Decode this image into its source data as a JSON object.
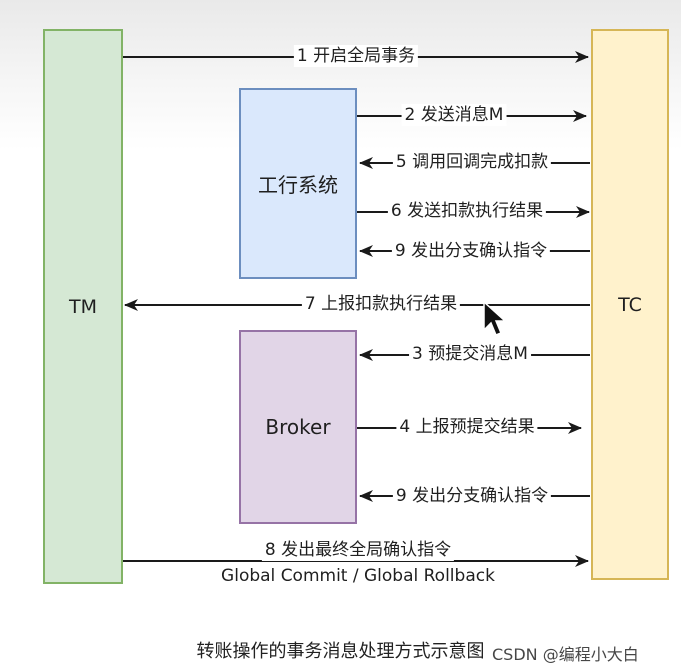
{
  "boxes": {
    "tm": "TM",
    "tc": "TC",
    "bank": "工行系统",
    "broker": "Broker"
  },
  "arrows": [
    {
      "label": "1 开启全局事务",
      "from": "TM",
      "to": "TC"
    },
    {
      "label": "2 发送消息M",
      "from": "工行系统",
      "to": "TC"
    },
    {
      "label": "5 调用回调完成扣款",
      "from": "TC",
      "to": "工行系统"
    },
    {
      "label": "6 发送扣款执行结果",
      "from": "工行系统",
      "to": "TC"
    },
    {
      "label": "9 发出分支确认指令",
      "from": "TC",
      "to": "工行系统"
    },
    {
      "label": "7 上报扣款执行结果",
      "from": "TC",
      "to": "TM"
    },
    {
      "label": "3 预提交消息M",
      "from": "TC",
      "to": "Broker"
    },
    {
      "label": "4 上报预提交结果",
      "from": "Broker",
      "to": "TC"
    },
    {
      "label": "9 发出分支确认指令",
      "from": "TC",
      "to": "Broker"
    },
    {
      "label": "8 发出最终全局确认指令",
      "label2": "Global Commit / Global Rollback",
      "from": "TM",
      "to": "TC"
    }
  ],
  "caption": "转账操作的事务消息处理方式示意图",
  "watermark": "CSDN @编程小大白",
  "colors": {
    "tm_fill": "#d5e8d4",
    "tm_border": "#82b366",
    "tc_fill": "#fff2cc",
    "tc_border": "#d6b656",
    "bank_fill": "#dae8fc",
    "bank_border": "#6c8ebf",
    "broker_fill": "#e1d5e7",
    "broker_border": "#9673a6"
  }
}
